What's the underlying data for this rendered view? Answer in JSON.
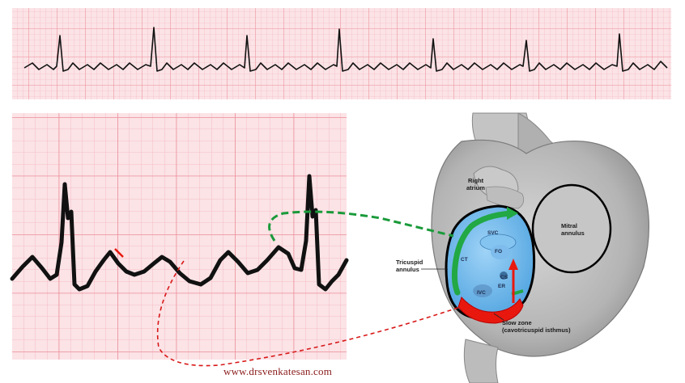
{
  "labels": {
    "right_atrium": [
      "Right",
      "atrium"
    ],
    "mitral_annulus": [
      "Mitral",
      "annulus"
    ],
    "tricuspid_annulus": [
      "Tricuspid",
      "annulus"
    ],
    "svc": "SVC",
    "ct": "CT",
    "fo": "FO",
    "cs": "CS",
    "er": "ER",
    "ivc": "IVC",
    "slow_zone": [
      "Slow zone",
      "(cavotricuspid isthmus)"
    ]
  },
  "watermark": "www.drsvenkatesan.com",
  "colors": {
    "ecg_paper": "#fbe3e6",
    "grid_minor": "#f4b3bb",
    "grid_major": "#ec8c98",
    "trace": "#111111",
    "flutter_path_green": "#22a844",
    "slow_zone_red": "#e8180f",
    "guide_green": "#1a9a3a",
    "guide_red": "#d81818",
    "atrium_blue": "#64b4ea",
    "heart_gray": "#b9b9b9"
  }
}
